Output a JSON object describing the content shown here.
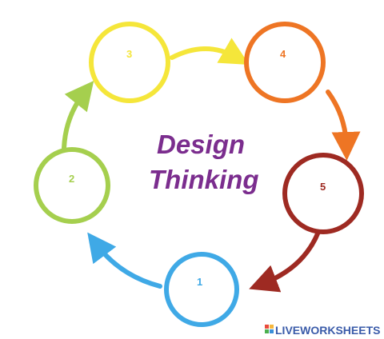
{
  "diagram": {
    "title_lines": [
      "Design",
      "Thinking"
    ],
    "title_color": "#7B2D8E",
    "nodes": [
      {
        "id": "node-1",
        "label": "1",
        "color": "#3FA9E6"
      },
      {
        "id": "node-2",
        "label": "2",
        "color": "#A5CF4E"
      },
      {
        "id": "node-3",
        "label": "3",
        "color": "#F5E63A"
      },
      {
        "id": "node-4",
        "label": "4",
        "color": "#EE7524"
      },
      {
        "id": "node-5",
        "label": "5",
        "color": "#9E2A22"
      }
    ],
    "arrows": [
      {
        "from": "1",
        "to": "2",
        "color": "#3FA9E6"
      },
      {
        "from": "2",
        "to": "3",
        "color": "#A5CF4E"
      },
      {
        "from": "3",
        "to": "4",
        "color": "#F5E63A"
      },
      {
        "from": "4",
        "to": "5",
        "color": "#EE7524"
      },
      {
        "from": "5",
        "to": "1",
        "color": "#9E2A22"
      }
    ]
  },
  "watermark": {
    "text": "LIVEWORKSHEETS",
    "color": "#3A5BA9"
  }
}
